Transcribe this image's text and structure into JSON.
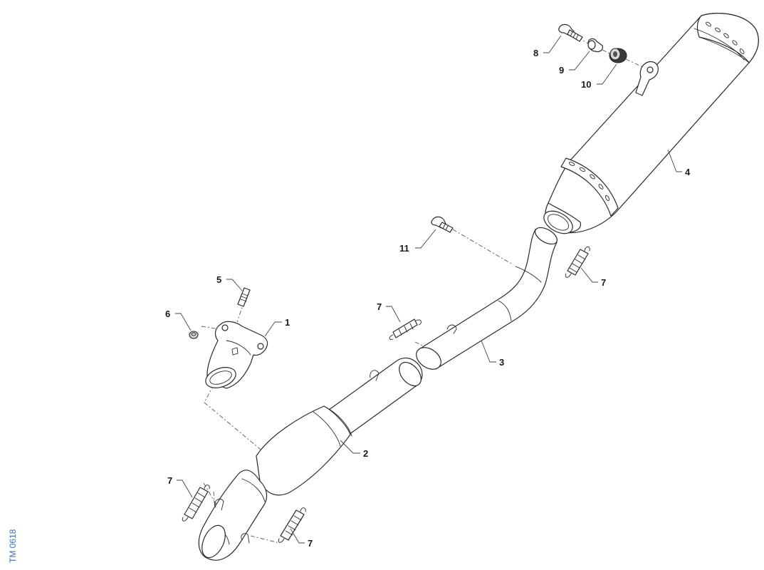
{
  "drawing_code": "TM 0618",
  "callouts": [
    {
      "id": "c1",
      "text": "1"
    },
    {
      "id": "c2",
      "text": "2"
    },
    {
      "id": "c3",
      "text": "3"
    },
    {
      "id": "c4",
      "text": "4"
    },
    {
      "id": "c5",
      "text": "5"
    },
    {
      "id": "c6",
      "text": "6"
    },
    {
      "id": "c7a",
      "text": "7"
    },
    {
      "id": "c7b",
      "text": "7"
    },
    {
      "id": "c7c",
      "text": "7"
    },
    {
      "id": "c7d",
      "text": "7"
    },
    {
      "id": "c8",
      "text": "8"
    },
    {
      "id": "c9",
      "text": "9"
    },
    {
      "id": "c10",
      "text": "10"
    },
    {
      "id": "c11",
      "text": "11"
    }
  ],
  "colors": {
    "line": "#2a2a2a",
    "code": "#3b6fb5",
    "background": "#ffffff"
  }
}
